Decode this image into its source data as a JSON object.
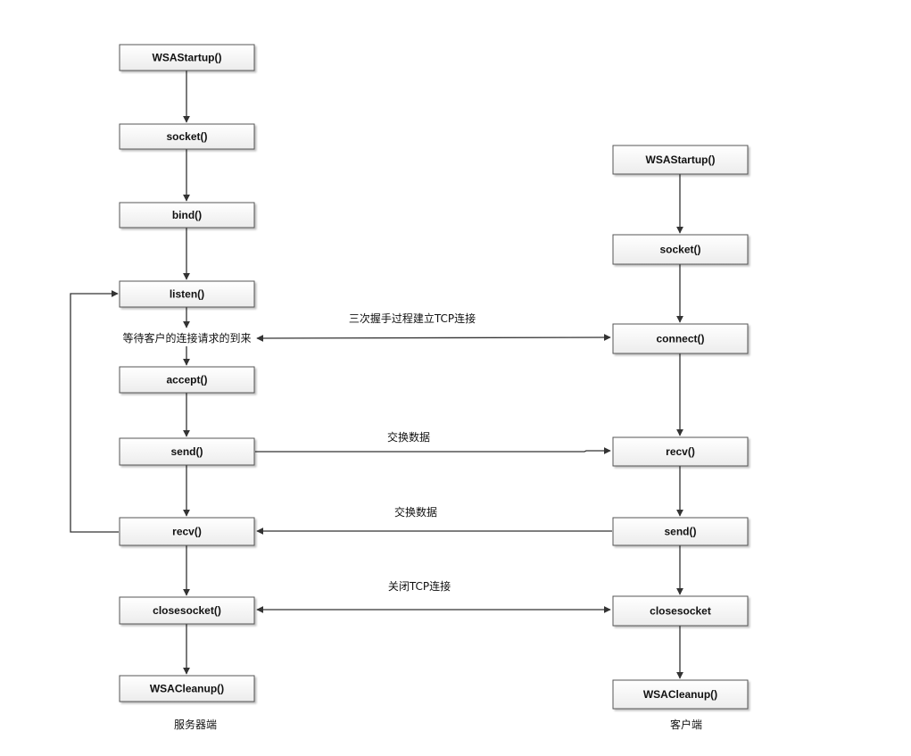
{
  "server": {
    "title": "服务器端",
    "steps": [
      "WSAStartup()",
      "socket()",
      "bind()",
      "listen()",
      "accept()",
      "send()",
      "recv()",
      "closesocket()",
      "WSACleanup()"
    ],
    "wait_text": "等待客户的连接请求的到来"
  },
  "client": {
    "title": "客户端",
    "steps": [
      "WSAStartup()",
      "socket()",
      "connect()",
      "recv()",
      "send()",
      "closesocket",
      "WSACleanup()"
    ]
  },
  "links": {
    "handshake": "三次握手过程建立TCP连接",
    "exchange_1": "交换数据",
    "exchange_2": "交换数据",
    "close": "关闭TCP连接"
  }
}
